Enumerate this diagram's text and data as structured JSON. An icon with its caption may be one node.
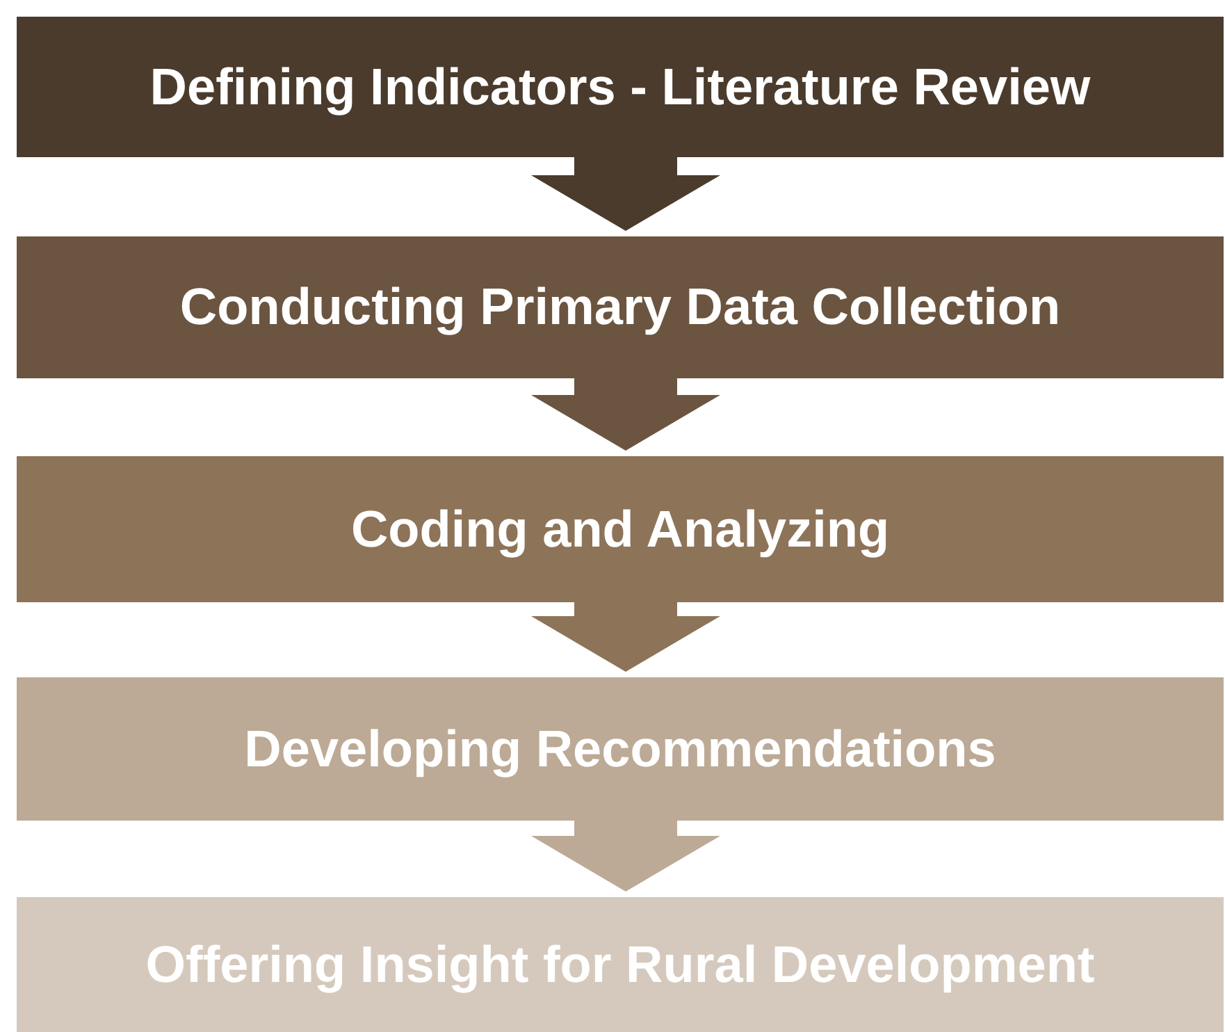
{
  "diagram": {
    "nodes": [
      {
        "text": [
          "Defining Indicators - Literature Review"
        ]
      },
      {
        "text": [
          "Conducting Primary Data Collection"
        ]
      },
      {
        "text": [
          "Coding and Analyzing"
        ]
      },
      {
        "text": [
          "Developing Recommendations"
        ]
      },
      {
        "text": [
          "Offering Insight for Rural Development"
        ]
      }
    ],
    "edges": [
      {
        "from": 0,
        "to": 1,
        "arrow": "to",
        "color": "#4a3b2c"
      },
      {
        "from": 1,
        "to": 2,
        "arrow": "to",
        "color": "#6b5540"
      },
      {
        "from": 2,
        "to": 3,
        "arrow": "to",
        "color": "#8d7358"
      },
      {
        "from": 3,
        "to": 4,
        "arrow": "to",
        "color": "#bcaa96"
      }
    ]
  }
}
